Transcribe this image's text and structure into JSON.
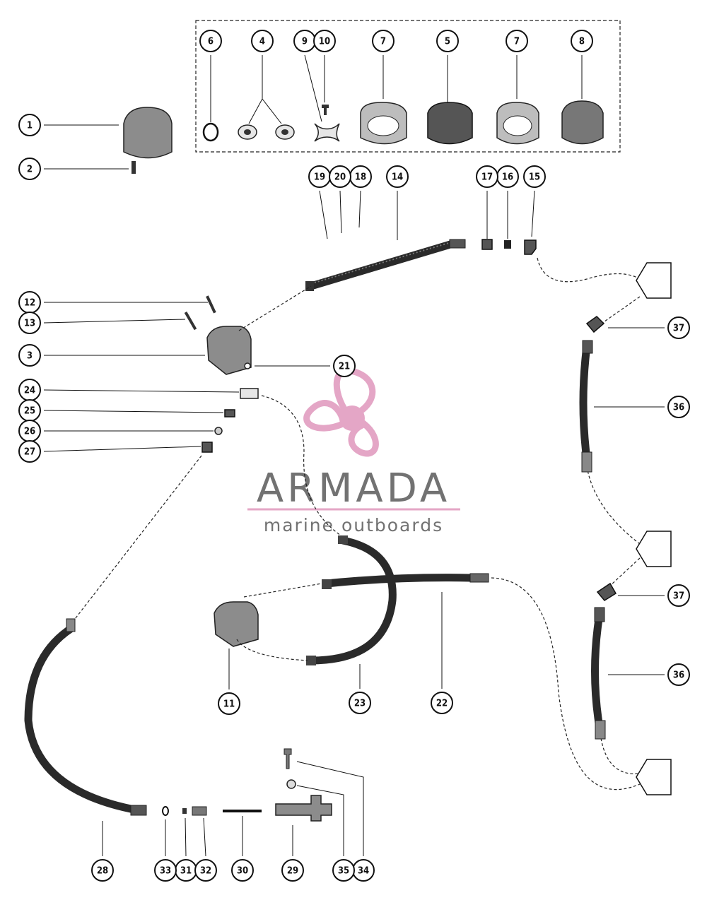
{
  "watermark": {
    "brand": "ARMADA",
    "tagline": "marine outboards",
    "brand_color": "#6b6b6b",
    "accent_color": "#e3a2c4"
  },
  "callouts": {
    "c1": "1",
    "c2": "2",
    "c3": "3",
    "c4": "4",
    "c5": "5",
    "c6": "6",
    "c7a": "7",
    "c7b": "7",
    "c8": "8",
    "c9": "9",
    "c10": "10",
    "c11": "11",
    "c12": "12",
    "c13": "13",
    "c14": "14",
    "c15": "15",
    "c16": "16",
    "c17": "17",
    "c18": "18",
    "c19": "19",
    "c20": "20",
    "c21": "21",
    "c22": "22",
    "c23": "23",
    "c24": "24",
    "c25": "25",
    "c26": "26",
    "c27": "27",
    "c28": "28",
    "c29": "29",
    "c30": "30",
    "c31": "31",
    "c32": "32",
    "c33": "33",
    "c34": "34",
    "c35": "35",
    "c36a": "36",
    "c36b": "36",
    "c37a": "37",
    "c37b": "37"
  }
}
